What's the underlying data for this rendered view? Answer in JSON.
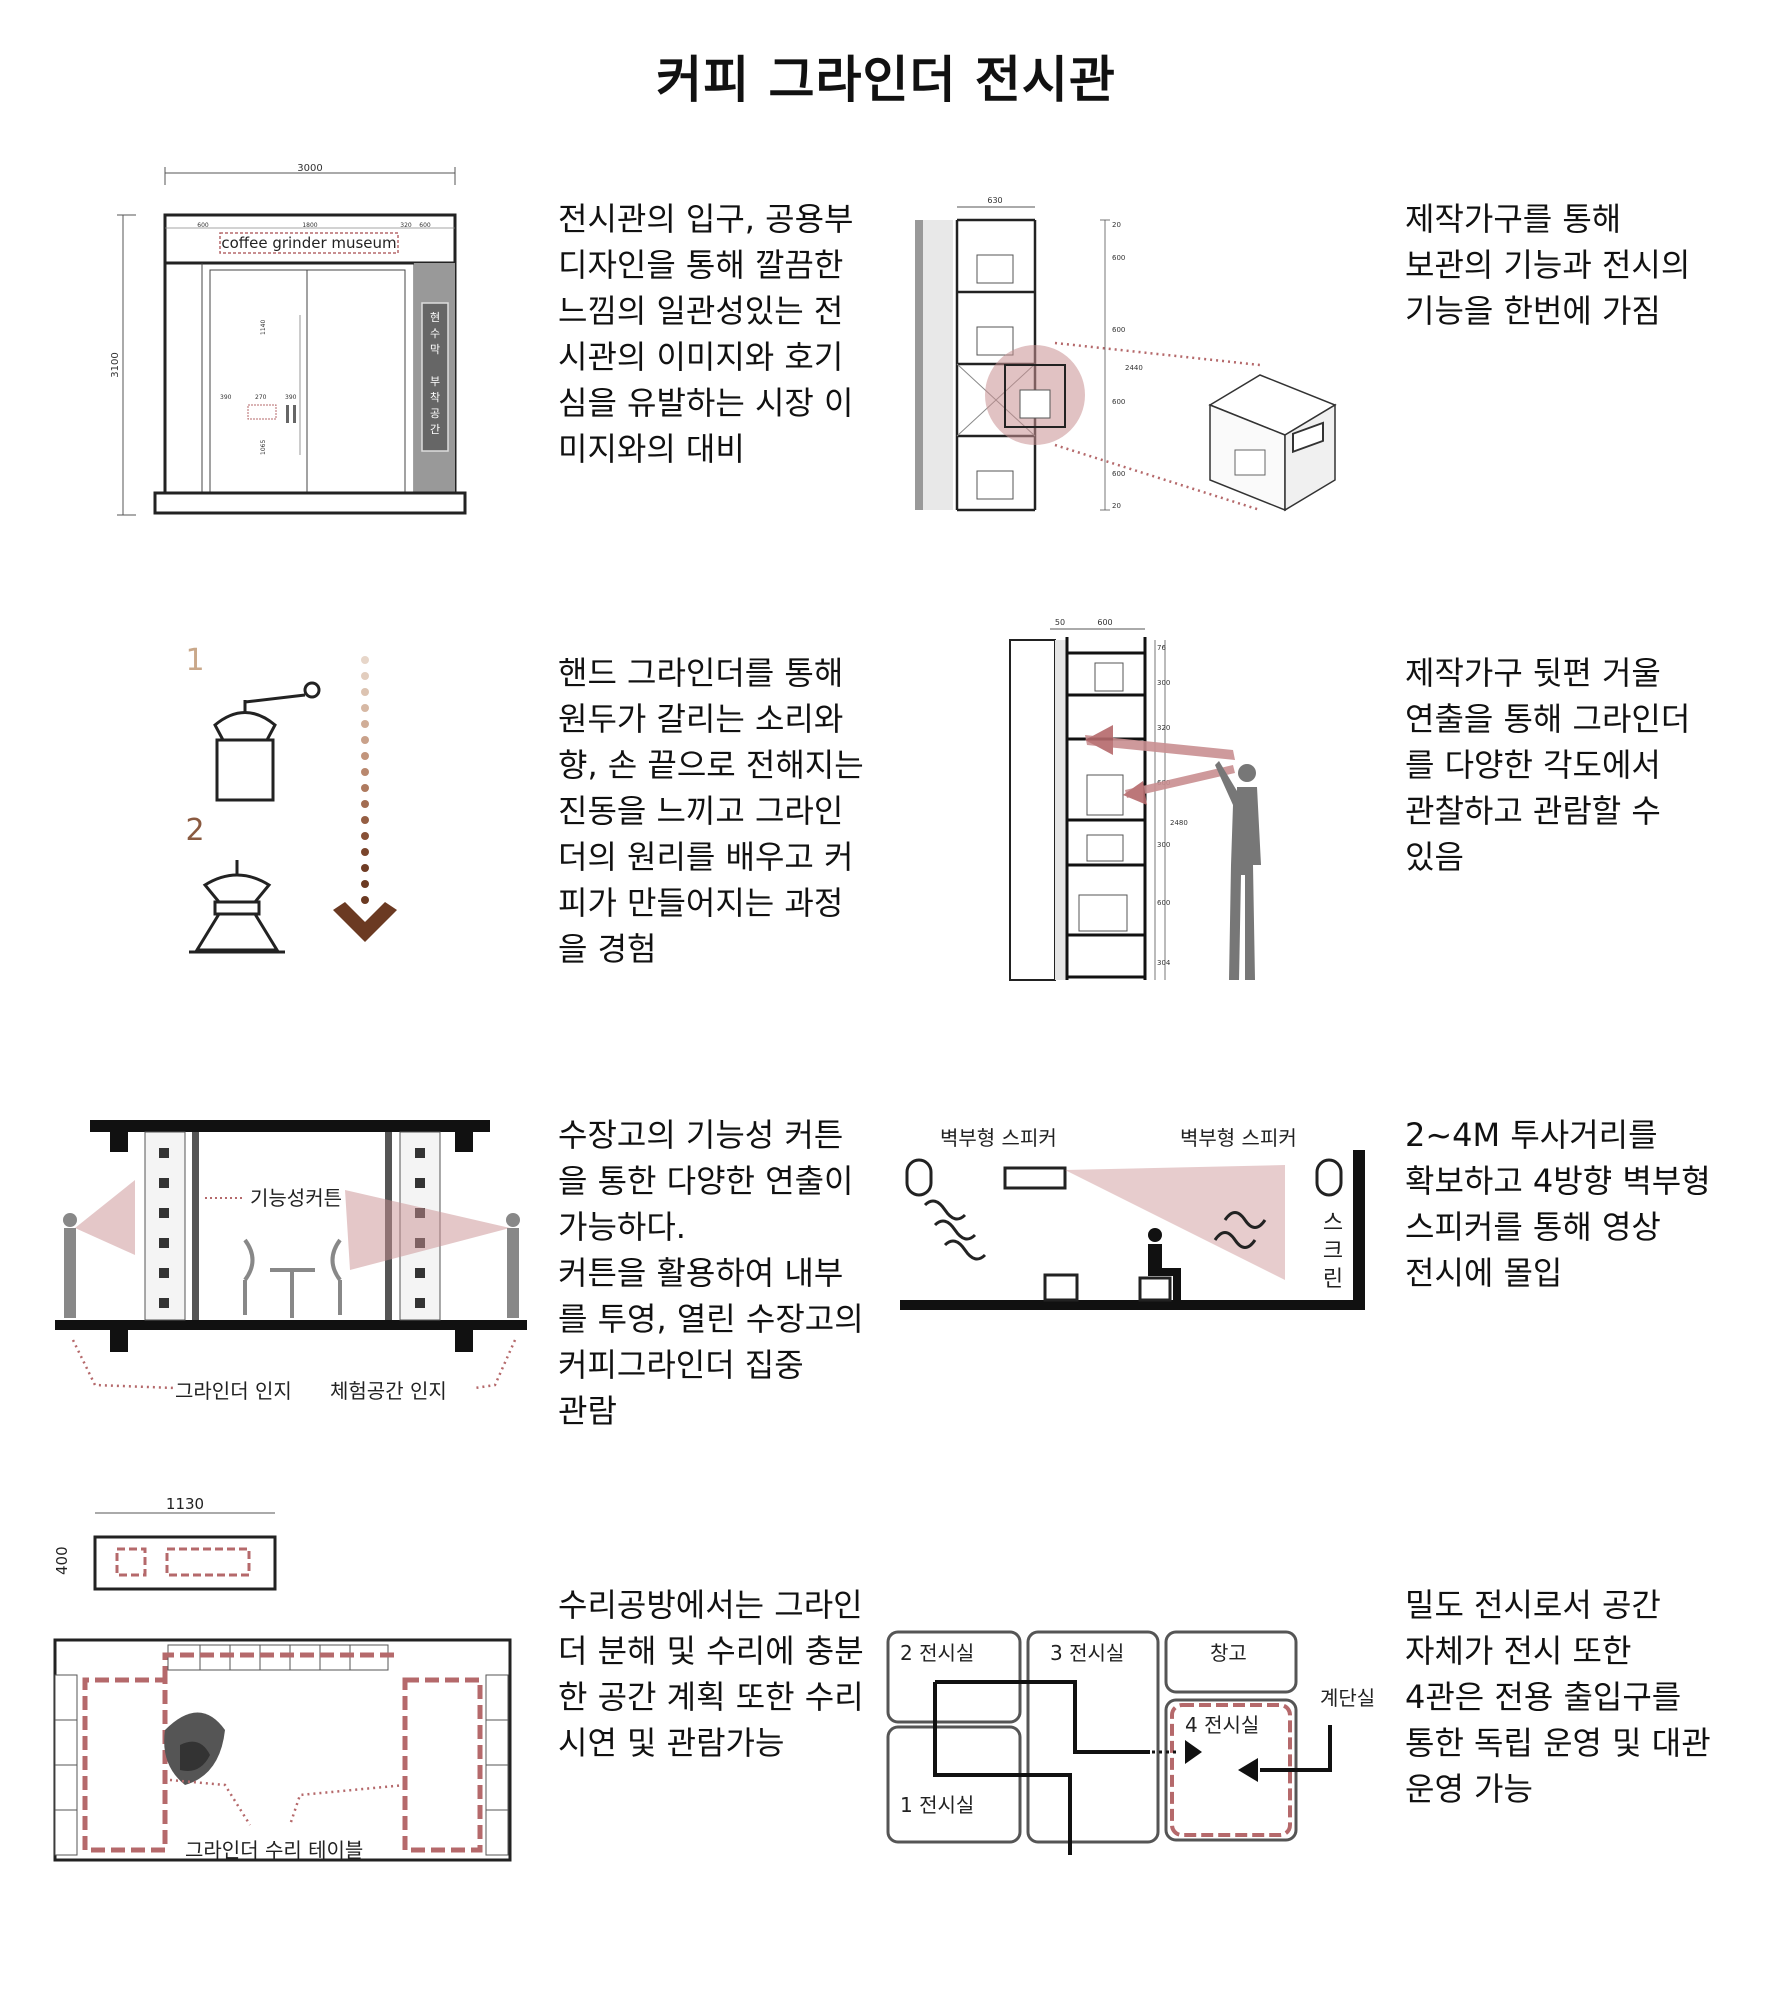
{
  "page": {
    "title": "커피 그라인더 전시관"
  },
  "texts": {
    "t1": "전시관의 입구, 공용부\n디자인을 통해 깔끔한\n느낌의 일관성있는 전\n시관의 이미지와 호기\n심을 유발하는 시장 이\n미지와의 대비",
    "t2": "제작가구를 통해\n보관의 기능과 전시의\n기능을 한번에 가짐",
    "t3": "핸드 그라인더를 통해\n원두가 갈리는 소리와\n향, 손 끝으로 전해지는\n진동을 느끼고 그라인\n더의 원리를 배우고 커\n피가 만들어지는 과정\n을 경험",
    "t4": "제작가구 뒷편 거울\n연출을 통해 그라인더\n를 다양한 각도에서\n관찰하고 관람할 수\n있음",
    "t5": "수장고의 기능성 커튼\n을 통한 다양한 연출이\n가능하다.\n커튼을 활용하여 내부\n를 투영, 열린 수장고의\n커피그라인더 집중\n관람",
    "t6": "2~4M 투사거리를\n확보하고 4방향 벽부형\n스피커를 통해 영상\n전시에 몰입",
    "t7": "수리공방에서는 그라인\n더 분해 및 수리에 충분\n한 공간 계획 또한 수리\n시연 및 관람가능",
    "t8": "밀도 전시로서 공간\n자체가 전시 또한\n4관은 전용 출입구를\n통한 독립 운영 및 대관\n운영 가능"
  },
  "fig1": {
    "dim_width": "3000",
    "dim_height": "3100",
    "dim_600a": "600",
    "dim_1800": "1800",
    "dim_600b": "600",
    "dim_320": "320",
    "dim_1140": "1140",
    "dim_390": "390",
    "dim_270": "270",
    "dim_390b": "390",
    "dim_1065": "1065",
    "sign": "coffee grinder museum",
    "banner": [
      "현",
      "수",
      "막",
      " ",
      "부",
      "착",
      "공",
      "간"
    ]
  },
  "fig2": {
    "dim_630": "630",
    "dim_2440": "2440",
    "dims": [
      "20",
      "600",
      "600",
      "600",
      "600",
      "20"
    ]
  },
  "fig3": {
    "label1": "1",
    "label2": "2"
  },
  "fig4": {
    "dim_50": "50",
    "dim_600": "600",
    "dim_2480": "2480",
    "dims": [
      "76",
      "300",
      "320",
      "600",
      "300",
      "600",
      "304"
    ]
  },
  "fig5": {
    "curtain": "기능성커튼",
    "label_left": "그라인더 인지",
    "label_right": "체험공간 인지"
  },
  "fig6": {
    "speaker_left": "벽부형 스피커",
    "speaker_right": "벽부형 스피커",
    "screen": [
      "스",
      "크",
      "린"
    ]
  },
  "fig7": {
    "dim_1130": "1130",
    "dim_400": "400",
    "table": "그라인더 수리 테이블"
  },
  "fig8": {
    "room2": "2 전시실",
    "room3": "3 전시실",
    "storage": "창고",
    "room1": "1 전시실",
    "room4": "4 전시실",
    "stairs": "계단실"
  },
  "colors": {
    "accent": "#b5696b",
    "brown": "#6b3a22",
    "rose": "#c98f91"
  }
}
